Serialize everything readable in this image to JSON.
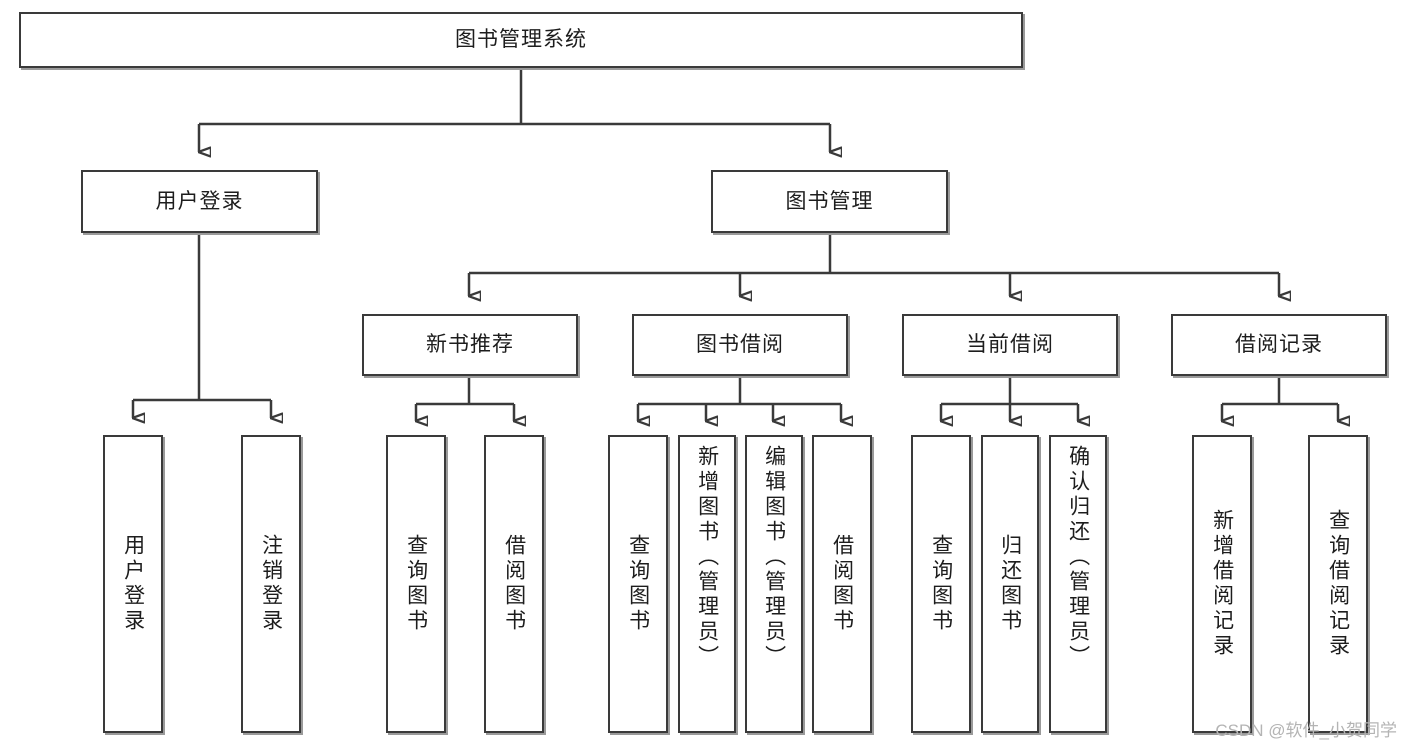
{
  "diagram": {
    "title": "图书管理系统",
    "type": "tree-hierarchy-diagram",
    "watermark": "CSDN @软件_小贺同学",
    "root": {
      "label": "图书管理系统"
    },
    "level2": [
      {
        "label": "用户登录"
      },
      {
        "label": "图书管理"
      }
    ],
    "level3": [
      {
        "label": "新书推荐"
      },
      {
        "label": "图书借阅"
      },
      {
        "label": "当前借阅"
      },
      {
        "label": "借阅记录"
      }
    ],
    "leaves": {
      "user_login": [
        {
          "label": "用户登录"
        },
        {
          "label": "注销登录"
        }
      ],
      "new_book_recommend": [
        {
          "label": "查询图书"
        },
        {
          "label": "借阅图书"
        }
      ],
      "book_borrow": [
        {
          "label": "查询图书"
        },
        {
          "label": "新增图书（管理员）"
        },
        {
          "label": "编辑图书（管理员）"
        },
        {
          "label": "借阅图书"
        }
      ],
      "current_borrow": [
        {
          "label": "查询图书"
        },
        {
          "label": "归还图书"
        },
        {
          "label": "确认归还（管理员）"
        }
      ],
      "borrow_record": [
        {
          "label": "新增借阅记录"
        },
        {
          "label": "查询借阅记录"
        }
      ]
    },
    "colors": {
      "border": "#3a3a3a",
      "text": "#1d1d1d",
      "background": "#ffffff",
      "watermark": "#b4b4b4"
    }
  }
}
